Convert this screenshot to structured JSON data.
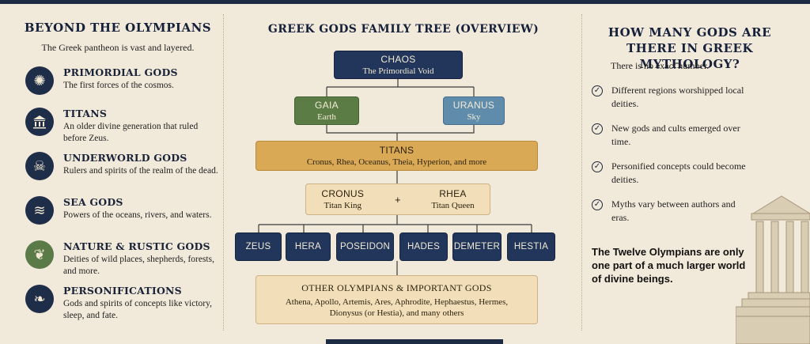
{
  "left": {
    "heading": "BEYOND THE OLYMPIANS",
    "subtitle": "The Greek pantheon is vast and layered.",
    "categories": [
      {
        "title": "PRIMORDIAL GODS",
        "desc": "The first forces of the cosmos.",
        "icon": "sunburst-icon",
        "glyph": "✺"
      },
      {
        "title": "TITANS",
        "desc": "An older divine generation that ruled before Zeus.",
        "icon": "temple-icon",
        "glyph": "🏛"
      },
      {
        "title": "UNDERWORLD GODS",
        "desc": "Rulers and spirits of the realm of the dead.",
        "icon": "skull-icon",
        "glyph": "☠"
      },
      {
        "title": "SEA GODS",
        "desc": "Powers of the oceans, rivers, and waters.",
        "icon": "waves-icon",
        "glyph": "≋"
      },
      {
        "title": "NATURE & RUSTIC GODS",
        "desc": "Deities of wild places, shepherds, forests, and more.",
        "icon": "leaf-icon",
        "glyph": "❦"
      },
      {
        "title": "PERSONIFICATIONS",
        "desc": "Gods and spirits of concepts like victory, sleep, and fate.",
        "icon": "laurel-icon",
        "glyph": "❧"
      }
    ]
  },
  "tree": {
    "heading": "GREEK GODS FAMILY TREE (OVERVIEW)",
    "chaos": {
      "name": "CHAOS",
      "sub": "The Primordial Void"
    },
    "gaia": {
      "name": "GAIA",
      "sub": "Earth"
    },
    "uranus": {
      "name": "URANUS",
      "sub": "Sky"
    },
    "titans": {
      "name": "TITANS",
      "sub": "Cronus, Rhea, Oceanus, Theia, Hyperion, and more"
    },
    "cronus": {
      "name": "CRONUS",
      "sub": "Titan King"
    },
    "plus": "+",
    "rhea": {
      "name": "RHEA",
      "sub": "Titan Queen"
    },
    "gods": [
      "ZEUS",
      "HERA",
      "POSEIDON",
      "HADES",
      "DEMETER",
      "HESTIA"
    ],
    "others": {
      "title": "OTHER OLYMPIANS & IMPORTANT GODS",
      "line1": "Athena, Apollo, Artemis, Ares, Aphrodite, Hephaestus, Hermes,",
      "line2": "Dionysus (or Hestia), and many others"
    }
  },
  "right": {
    "heading_line1": "HOW MANY GODS ARE",
    "heading_line2": "THERE IN GREEK MYTHOLOGY?",
    "intro": "There is no exact number.",
    "reasons": [
      "Different regions worshipped local deities.",
      "New gods and cults emerged over time.",
      "Personified concepts could become deities.",
      "Myths vary between authors and eras."
    ],
    "check_glyph": "✓",
    "conclusion": "The Twelve Olympians are only one part of a much larger world of divine beings."
  },
  "colors": {
    "background": "#f1e9da",
    "navy": "#22355a",
    "gaia_green": "#5c7c46",
    "uranus_blue": "#5f8cab",
    "titan_gold": "#d9a956",
    "cream_box": "#f2dfb9"
  }
}
